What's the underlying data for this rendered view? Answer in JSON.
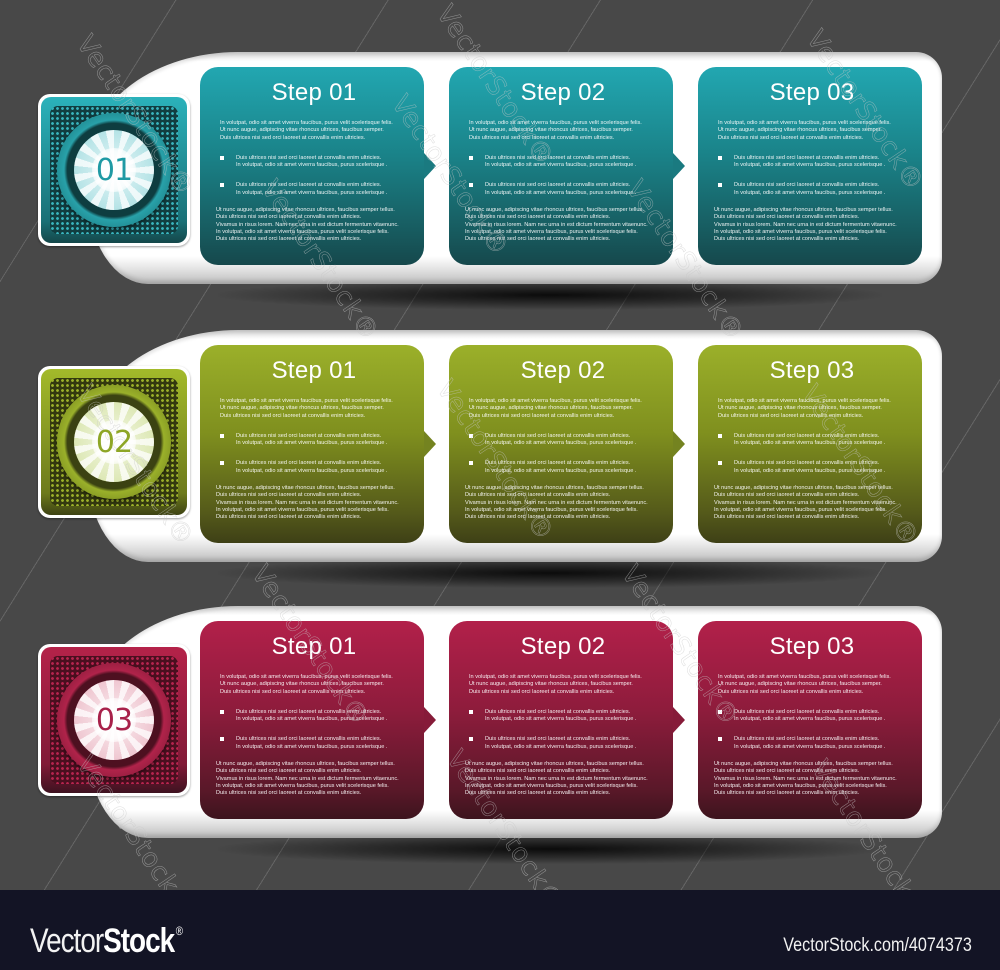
{
  "bands": [
    {
      "theme": "teal",
      "accent_color": "#1f9aa4",
      "badge_number": "01",
      "cards": [
        {
          "title": "Step 01"
        },
        {
          "title": "Step 02"
        },
        {
          "title": "Step 03"
        }
      ]
    },
    {
      "theme": "olive",
      "accent_color": "#8ea626",
      "badge_number": "02",
      "cards": [
        {
          "title": "Step 01"
        },
        {
          "title": "Step 02"
        },
        {
          "title": "Step 03"
        }
      ]
    },
    {
      "theme": "crimson",
      "accent_color": "#a8214a",
      "badge_number": "03",
      "cards": [
        {
          "title": "Step 01"
        },
        {
          "title": "Step 02"
        },
        {
          "title": "Step 03"
        }
      ]
    }
  ],
  "card_text": {
    "intro": [
      "In volutpat, odio sit amet viverra faucibus, purus velit scelerisque felis.",
      "Ut nunc augue, adipiscing vitae rhoncus ultrices, faucibus semper.",
      "Duis ultrices nisi sed orci laoreet at convallis enim ultricies."
    ],
    "bullets": [
      [
        "Duis ultrices nisi sed orci laoreet at convallis enim ultricies.",
        "In volutpat, odio sit amet viverra faucibus, purus scelerisque ."
      ],
      [
        "Duis ultrices nisi sed orci laoreet at convallis enim ultricies.",
        "In volutpat, odio sit amet viverra faucibus, purus scelerisque ."
      ]
    ],
    "outro": [
      "Ut nunc augue, adipiscing vitae rhoncus ultrices, faucibus semper tellus.",
      "Duis ultrices nisi sed orci iaoreet at convallis enim ultricies.",
      "Vivamus in risus lorem. Nam nec urna in est dictum fermentum vitaenunc.",
      "In volutpat, odio sit amet viverra faucibus, purus velit scelerisque felis.",
      "Duis ultrices nisi sed orci laoreet at convallis enim ultricies."
    ]
  },
  "watermark": {
    "text": "VectorStock®"
  },
  "footer": {
    "logo_thin": "Vector",
    "logo_bold": "Stock",
    "logo_reg": "®",
    "url": "VectorStock.com/4074373"
  }
}
